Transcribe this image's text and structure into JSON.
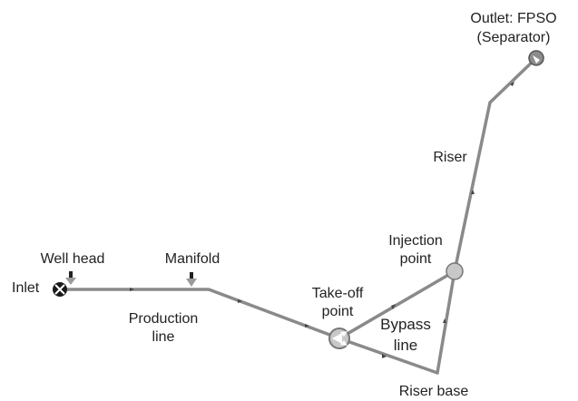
{
  "colors": {
    "pipe": "#8a8a8a",
    "pipe_edge": "#6f6f6f",
    "inlet_node": "#1a1a1a",
    "node_fill": "#c8c8c8",
    "node_stroke": "#777777",
    "outlet_node": "#8c8c8c",
    "marker": "#444444",
    "text": "#222222"
  },
  "labels": {
    "inlet": "Inlet",
    "well_head": "Well head",
    "manifold": "Manifold",
    "production_line_1": "Production",
    "production_line_2": "line",
    "take_off_1": "Take-off",
    "take_off_2": "point",
    "injection_1": "Injection",
    "injection_2": "point",
    "bypass_1": "Bypass",
    "bypass_2": "line",
    "riser_base": "Riser base",
    "riser": "Riser",
    "outlet_1": "Outlet: FPSO",
    "outlet_2": "(Separator)"
  },
  "icons": {
    "inlet": "x-circle-icon",
    "take_off": "splitter-icon",
    "injection": "junction-icon",
    "outlet": "outlet-icon"
  }
}
